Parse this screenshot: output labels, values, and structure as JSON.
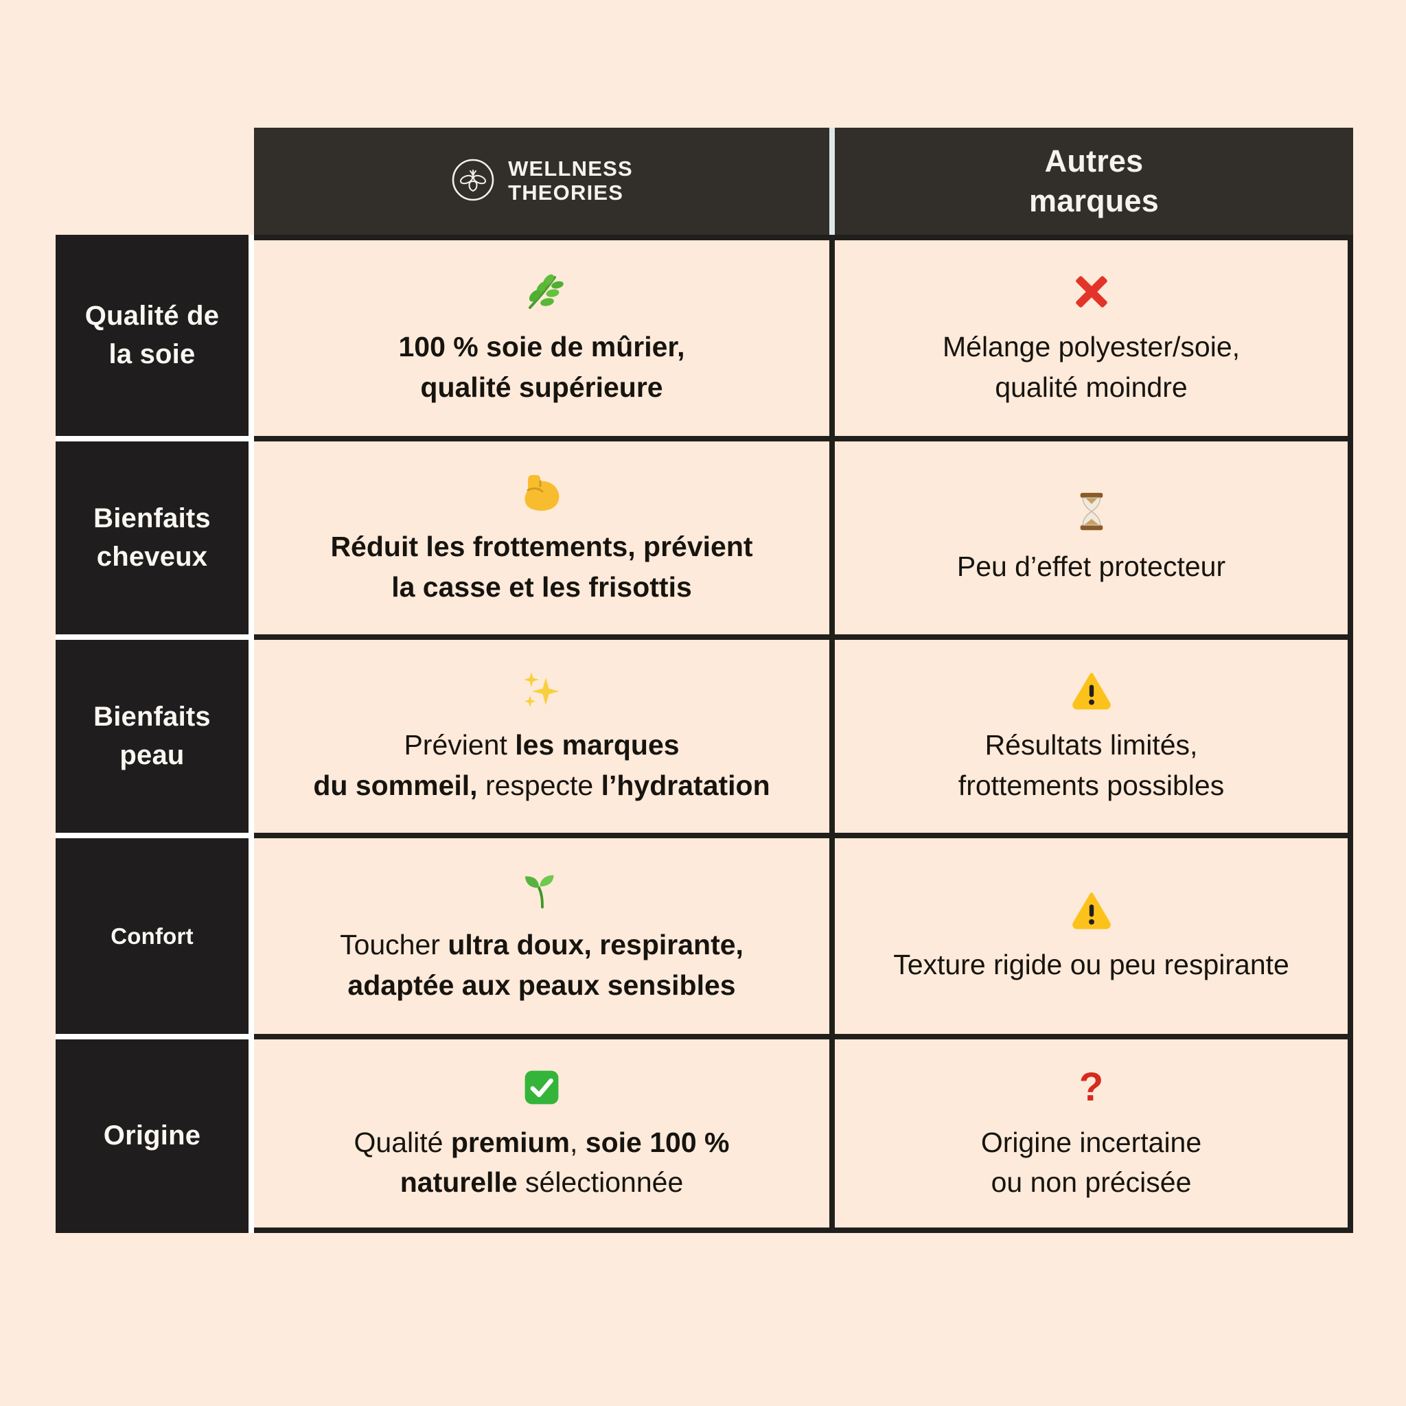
{
  "header": {
    "brand": {
      "icon": "bee-logo-icon",
      "line1": "WELLNESS",
      "line2": "THEORIES"
    },
    "other": {
      "line1": "Autres",
      "line2": "marques"
    }
  },
  "rows": [
    {
      "label_lines": [
        "Qualité de",
        "la soie"
      ],
      "brand": {
        "icon": "herb-icon",
        "lines": [
          [
            {
              "t": "100 % soie de mûrier,",
              "b": true
            }
          ],
          [
            {
              "t": "qualité supérieure",
              "b": true
            }
          ]
        ]
      },
      "other": {
        "icon": "cross-icon",
        "lines": [
          [
            {
              "t": "Mélange polyester/soie,",
              "b": false
            }
          ],
          [
            {
              "t": "qualité moindre",
              "b": false
            }
          ]
        ]
      }
    },
    {
      "label_lines": [
        "Bienfaits",
        "cheveux"
      ],
      "brand": {
        "icon": "biceps-icon",
        "lines": [
          [
            {
              "t": "Réduit les frottements, prévient",
              "b": true
            }
          ],
          [
            {
              "t": "la casse et les frisottis",
              "b": true
            }
          ]
        ]
      },
      "other": {
        "icon": "hourglass-icon",
        "lines": [
          [
            {
              "t": "Peu d’effet protecteur",
              "b": false
            }
          ]
        ]
      }
    },
    {
      "label_lines": [
        "Bienfaits",
        "peau"
      ],
      "brand": {
        "icon": "sparkles-icon",
        "lines": [
          [
            {
              "t": "Prévient ",
              "b": false
            },
            {
              "t": "les marques",
              "b": true
            }
          ],
          [
            {
              "t": "du sommeil,",
              "b": true
            },
            {
              "t": " respecte ",
              "b": false
            },
            {
              "t": "l’hydratation",
              "b": true
            }
          ]
        ]
      },
      "other": {
        "icon": "warning-icon",
        "lines": [
          [
            {
              "t": "Résultats limités,",
              "b": false
            }
          ],
          [
            {
              "t": "frottements possibles",
              "b": false
            }
          ]
        ]
      }
    },
    {
      "label_lines": [
        "Confort"
      ],
      "brand": {
        "icon": "seedling-icon",
        "lines": [
          [
            {
              "t": "Toucher ",
              "b": false
            },
            {
              "t": "ultra doux, respirante,",
              "b": true
            }
          ],
          [
            {
              "t": "adaptée aux peaux sensibles",
              "b": true
            }
          ]
        ]
      },
      "other": {
        "icon": "warning-icon",
        "lines": [
          [
            {
              "t": "Texture rigide ou peu respirante",
              "b": false
            }
          ]
        ]
      }
    },
    {
      "label_lines": [
        "Origine"
      ],
      "brand": {
        "icon": "check-icon",
        "lines": [
          [
            {
              "t": "Qualité ",
              "b": false
            },
            {
              "t": "premium",
              "b": true
            },
            {
              "t": ", ",
              "b": false
            },
            {
              "t": "soie 100 %",
              "b": true
            }
          ],
          [
            {
              "t": "naturelle",
              "b": true
            },
            {
              "t": " sélectionnée",
              "b": false
            }
          ]
        ]
      },
      "other": {
        "icon": "question-icon",
        "lines": [
          [
            {
              "t": "Origine incertaine",
              "b": false
            }
          ],
          [
            {
              "t": "ou non précisée",
              "b": false
            }
          ]
        ]
      }
    }
  ],
  "colors": {
    "page_background": "#fdecdd",
    "cell_background": "#fdeada",
    "header_background": "#322e29",
    "label_background": "#1f1d1d",
    "grid_line": "#211f1c",
    "header_divider": "#dce7e8",
    "gap_white": "#ffffff",
    "text_dark": "#17140f",
    "text_light": "#f6f2ec",
    "cross_red": "#e3342a",
    "warning_yellow": "#fcc21c",
    "check_green": "#35b43a",
    "question_red": "#d62a1e"
  }
}
